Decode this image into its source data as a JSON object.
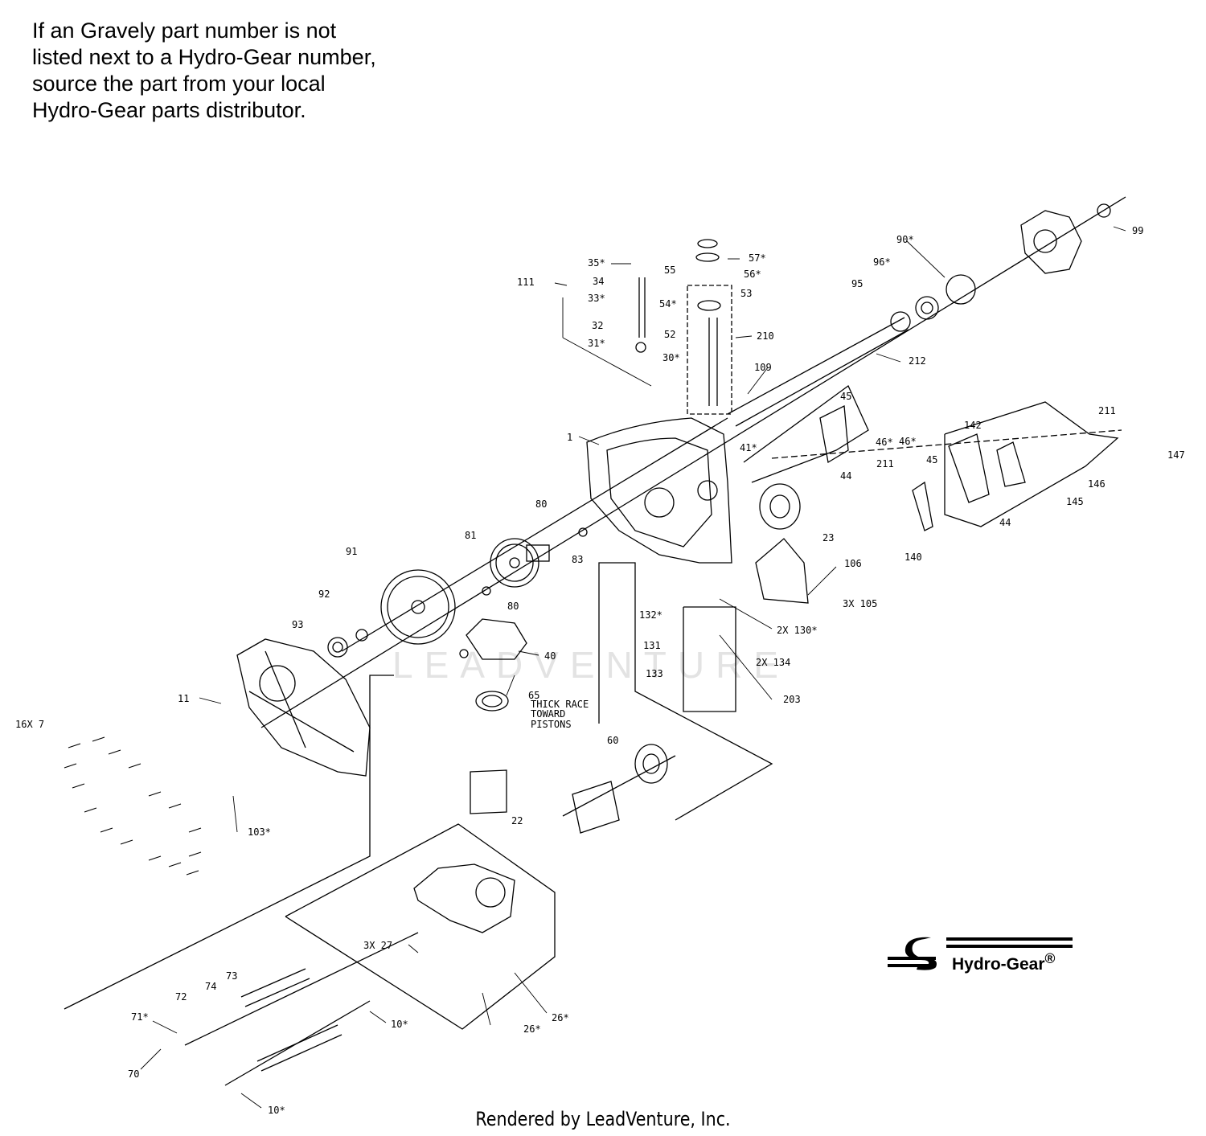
{
  "notice": {
    "line1": "If an Gravely part number is not",
    "line2": "listed next to a Hydro-Gear number,",
    "line3": "source the part from your local",
    "line4": "Hydro-Gear parts distributor."
  },
  "brand": {
    "name": "Hydro-Gear",
    "mark": "®"
  },
  "watermark": "LEADVENTURE",
  "footer": "Rendered by LeadVenture, Inc.",
  "callouts": [
    "1",
    "111",
    "35*",
    "34",
    "33*",
    "32",
    "31*",
    "30*",
    "55",
    "57*",
    "56*",
    "54*",
    "53",
    "52",
    "210",
    "109",
    "90*",
    "96*",
    "95",
    "99",
    "212",
    "45",
    "46*",
    "211",
    "41*",
    "44",
    "23",
    "46*",
    "142",
    "45",
    "211",
    "147",
    "146",
    "145",
    "44",
    "140",
    "80",
    "81",
    "83",
    "80",
    "91",
    "92",
    "93",
    "40",
    "106",
    "3X 105",
    "132*",
    "2X 130*",
    "131",
    "2X 134",
    "133",
    "203",
    "65",
    "THICK RACE",
    "TOWARD",
    "PISTONS",
    "60",
    "11",
    "16X 7",
    "103*",
    "22",
    "3X 27",
    "73",
    "74",
    "72",
    "71*",
    "70",
    "10*",
    "10*",
    "26*",
    "26*"
  ]
}
